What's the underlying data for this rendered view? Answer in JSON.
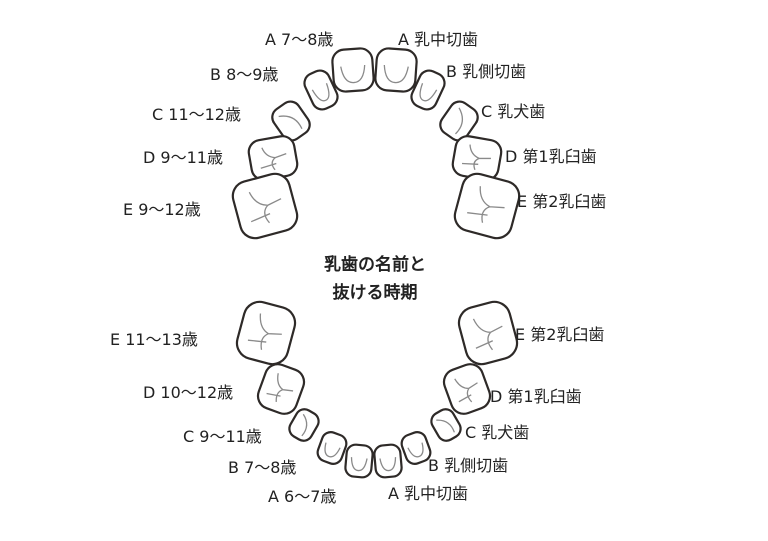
{
  "title": {
    "line1": "乳歯の名前と",
    "line2": "抜ける時期"
  },
  "upper": {
    "left": [
      "A 7〜8歳",
      "B 8〜9歳",
      "C 11〜12歳",
      "D 9〜11歳",
      "E 9〜12歳"
    ],
    "right": [
      "A 乳中切歯",
      "B 乳側切歯",
      "C 乳犬歯",
      "D 第1乳臼歯",
      "E 第2乳臼歯"
    ]
  },
  "lower": {
    "left": [
      "E 11〜13歳",
      "D 10〜12歳",
      "C 9〜11歳",
      "B 7〜8歳",
      "A 6〜7歳"
    ],
    "right": [
      "E 第2乳臼歯",
      "D 第1乳臼歯",
      "C 乳犬歯",
      "B 乳側切歯",
      "A 乳中切歯"
    ]
  },
  "colors": {
    "outline": "#2e2a28",
    "groove": "#8a8a8a",
    "text": "#222222"
  }
}
